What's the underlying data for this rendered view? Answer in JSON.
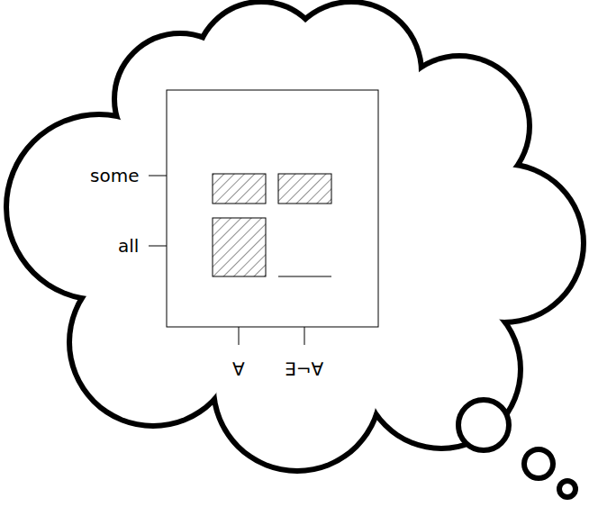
{
  "diagram": {
    "labels": [
      "some",
      "all",
      "∀",
      "∃¬∀"
    ]
  }
}
